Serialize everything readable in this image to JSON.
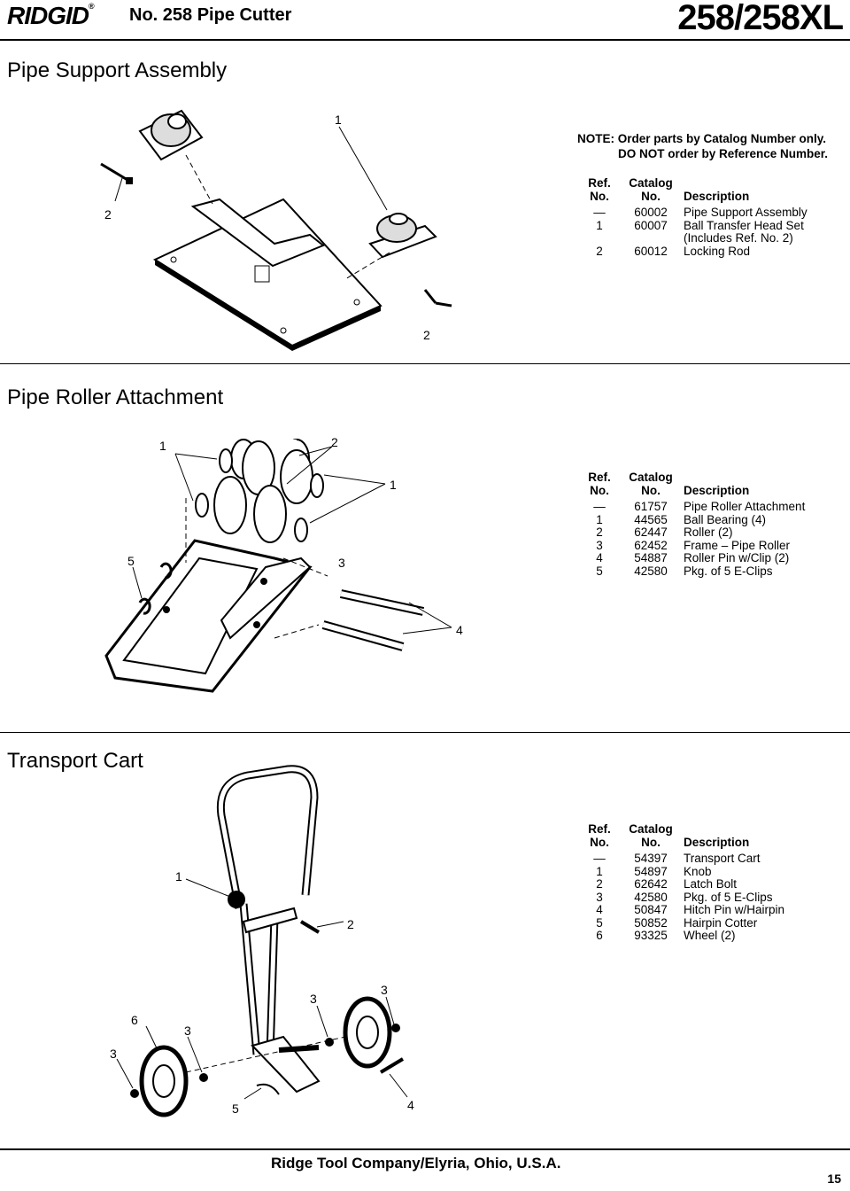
{
  "header": {
    "brand": "RIDGID",
    "brand_mark": "®",
    "doc_title": "No. 258 Pipe Cutter",
    "model": "258/258XL"
  },
  "sections": {
    "pipe_support": {
      "title": "Pipe Support Assembly",
      "note_line1": "NOTE: Order parts by Catalog Number only.",
      "note_line2": "DO NOT order by Reference Number.",
      "callouts": [
        "1",
        "2",
        "2"
      ],
      "table": {
        "headers": {
          "ref_top": "Ref.",
          "ref_bottom": "No.",
          "cat_top": "Catalog",
          "cat_bottom": "No.",
          "desc": "Description"
        },
        "rows": [
          {
            "ref": "—",
            "cat": "60002",
            "desc": "Pipe Support Assembly"
          },
          {
            "ref": "1",
            "cat": "60007",
            "desc": "Ball Transfer Head Set"
          },
          {
            "ref": "",
            "cat": "",
            "desc": "(Includes Ref. No. 2)"
          },
          {
            "ref": "2",
            "cat": "60012",
            "desc": "Locking Rod"
          }
        ]
      }
    },
    "pipe_roller": {
      "title": "Pipe Roller Attachment",
      "callouts": [
        "1",
        "2",
        "1",
        "5",
        "3",
        "4"
      ],
      "table": {
        "headers": {
          "ref_top": "Ref.",
          "ref_bottom": "No.",
          "cat_top": "Catalog",
          "cat_bottom": "No.",
          "desc": "Description"
        },
        "rows": [
          {
            "ref": "—",
            "cat": "61757",
            "desc": "Pipe Roller Attachment"
          },
          {
            "ref": "1",
            "cat": "44565",
            "desc": "Ball Bearing (4)"
          },
          {
            "ref": "2",
            "cat": "62447",
            "desc": "Roller (2)"
          },
          {
            "ref": "3",
            "cat": "62452",
            "desc": "Frame – Pipe Roller"
          },
          {
            "ref": "4",
            "cat": "54887",
            "desc": "Roller Pin w/Clip (2)"
          },
          {
            "ref": "5",
            "cat": "42580",
            "desc": "Pkg. of 5 E-Clips"
          }
        ]
      }
    },
    "transport_cart": {
      "title": "Transport Cart",
      "callouts": [
        "1",
        "2",
        "6",
        "3",
        "3",
        "3",
        "3",
        "5",
        "4"
      ],
      "table": {
        "headers": {
          "ref_top": "Ref.",
          "ref_bottom": "No.",
          "cat_top": "Catalog",
          "cat_bottom": "No.",
          "desc": "Description"
        },
        "rows": [
          {
            "ref": "—",
            "cat": "54397",
            "desc": "Transport Cart"
          },
          {
            "ref": "1",
            "cat": "54897",
            "desc": "Knob"
          },
          {
            "ref": "2",
            "cat": "62642",
            "desc": "Latch Bolt"
          },
          {
            "ref": "3",
            "cat": "42580",
            "desc": "Pkg. of 5 E-Clips"
          },
          {
            "ref": "4",
            "cat": "50847",
            "desc": "Hitch Pin w/Hairpin"
          },
          {
            "ref": "5",
            "cat": "50852",
            "desc": "Hairpin Cotter"
          },
          {
            "ref": "6",
            "cat": "93325",
            "desc": "Wheel (2)"
          }
        ]
      }
    }
  },
  "footer": {
    "company": "Ridge Tool Company/Elyria, Ohio, U.S.A.",
    "page_number": "15"
  }
}
